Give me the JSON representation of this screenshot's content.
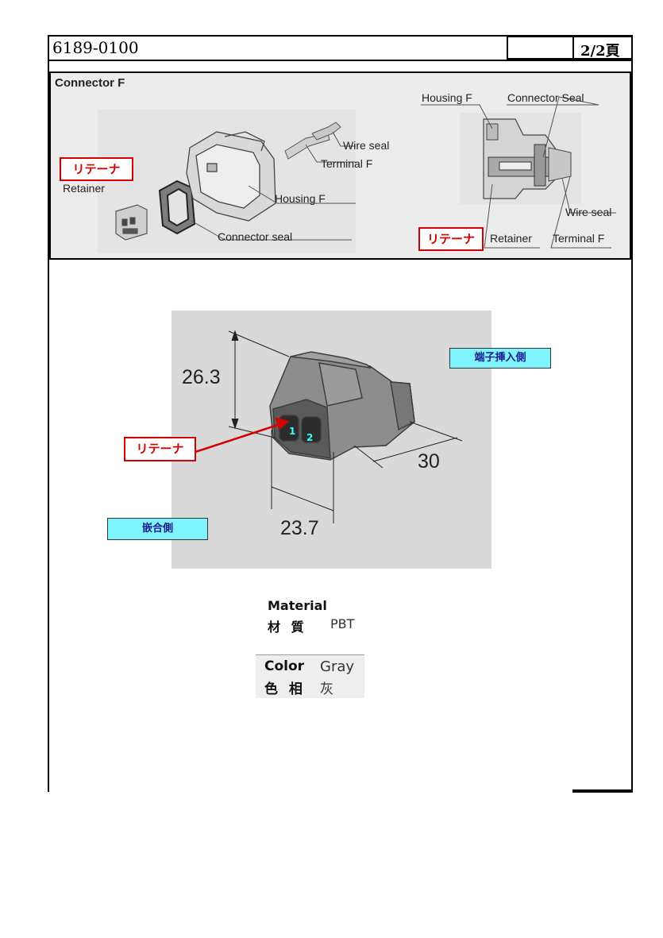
{
  "header": {
    "part_number": "6189-0100",
    "page": "2/2頁"
  },
  "top_panel": {
    "title": "Connector F",
    "left_labels": {
      "wire_seal": "Wire seal",
      "terminal": "Terminal F",
      "housing": "Housing F",
      "connector_seal": "Connector seal",
      "retainer": "Retainer",
      "retainer_jp": "リテーナ"
    },
    "right_labels": {
      "housing": "Housing F",
      "connector_seal": "Connector Seal",
      "wire_seal": "Wire seal",
      "retainer": "Retainer",
      "terminal": "Terminal F",
      "retainer_jp": "リテーナ"
    }
  },
  "main_drawing": {
    "dim_height": "26.3",
    "dim_depth": "30",
    "dim_width": "23.7",
    "terminal_side": "端子挿入側",
    "mating_side": "嵌合側",
    "retainer_jp": "リテーナ",
    "pin_1": "1",
    "pin_2": "2"
  },
  "spec": {
    "material_label": "Material",
    "material_label_jp": "材 質",
    "material_value": "PBT",
    "color_label": "Color",
    "color_value": "Gray",
    "color_label_jp": "色 相",
    "color_value_jp": "灰"
  },
  "colors": {
    "accent_red": "#d40000",
    "badge_cyan": "#7ff4ff",
    "photo_bg": "#d9d9d9"
  }
}
